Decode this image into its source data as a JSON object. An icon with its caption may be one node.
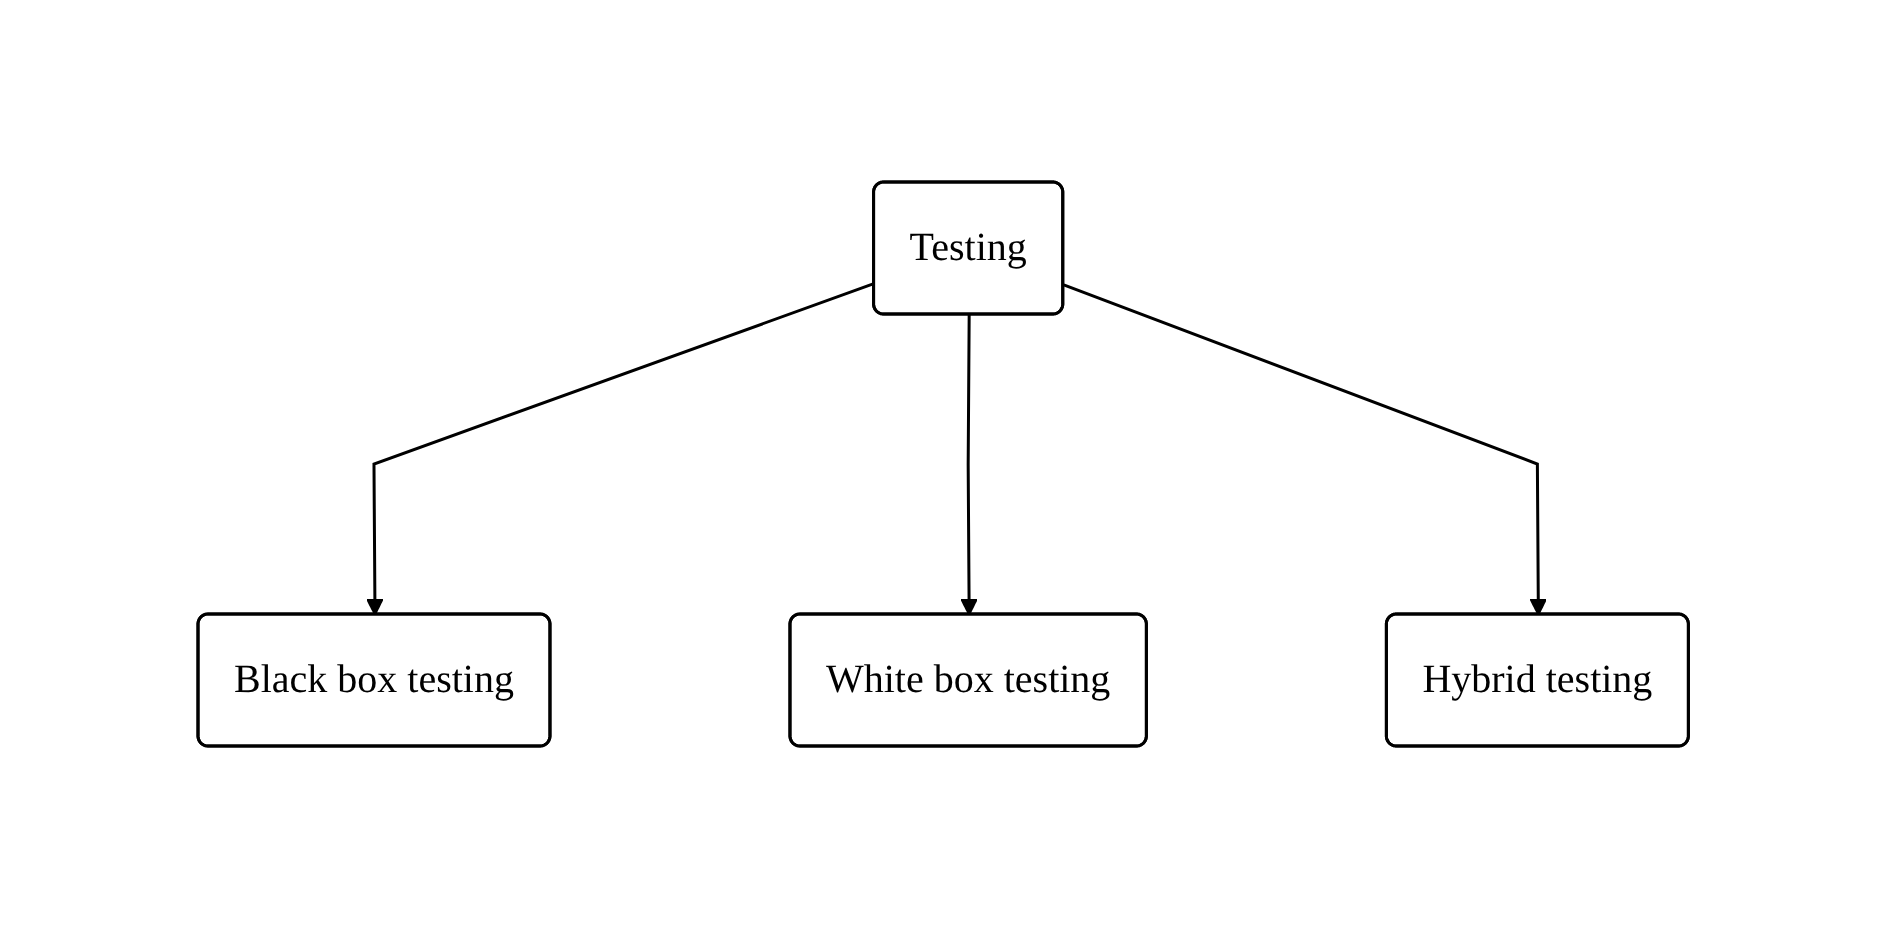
{
  "diagram": {
    "nodes": [
      {
        "text": [
          "Testing"
        ]
      },
      {
        "text": [
          "Black box testing"
        ]
      },
      {
        "text": [
          "White box testing"
        ]
      },
      {
        "text": [
          "Hybrid testing"
        ]
      }
    ],
    "edges": [
      {
        "from": 0,
        "to": 1,
        "arrow": "to"
      },
      {
        "from": 0,
        "to": 2,
        "arrow": "to"
      },
      {
        "from": 0,
        "to": 3,
        "arrow": "to"
      }
    ]
  }
}
